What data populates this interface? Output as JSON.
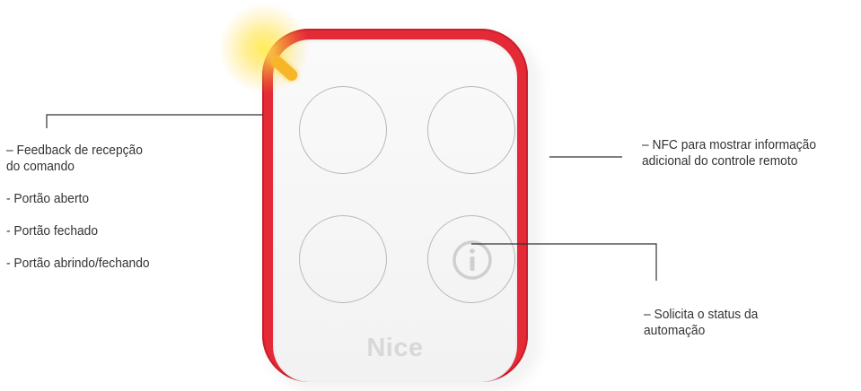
{
  "callouts": {
    "left": {
      "title_line1": "– Feedback de recepção",
      "title_line2": "do comando",
      "items": [
        "- Portão aberto",
        "- Portão fechado",
        "- Portão abrindo/fechando"
      ]
    },
    "right": {
      "line1": "– NFC para mostrar informação",
      "line2": "adicional do controle remoto"
    },
    "bottom": {
      "line1": "– Solicita o status da",
      "line2": "automação"
    }
  },
  "remote": {
    "brand": "Nice",
    "body_color": "#e32a36",
    "face_color": "#f7f7f8",
    "led_color": "#f7b52a",
    "buttons": [
      "button-top-left",
      "button-top-right",
      "button-bottom-left",
      "button-bottom-right-info"
    ],
    "info_icon": "info-icon"
  },
  "colors": {
    "text": "#333333",
    "leader_line": "#333333"
  }
}
